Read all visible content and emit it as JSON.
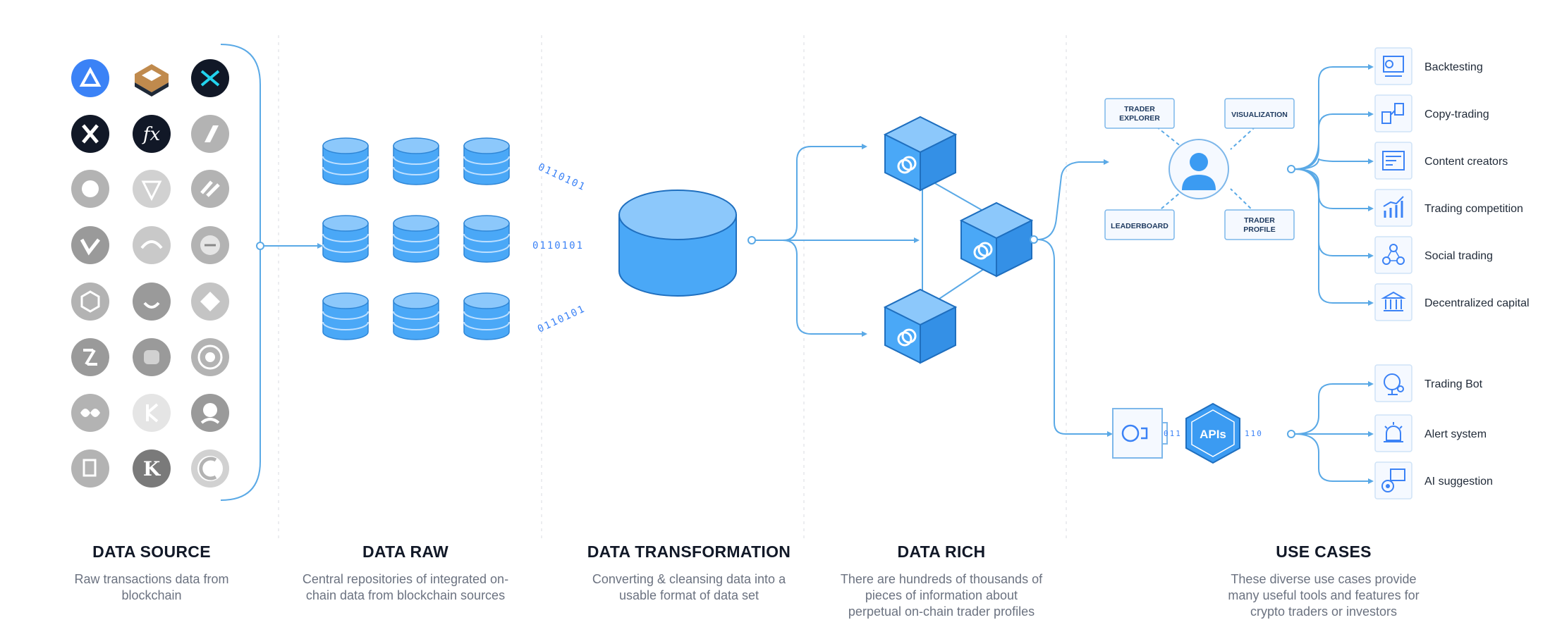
{
  "sections": [
    {
      "title": "DATA SOURCE",
      "desc_line1": "Raw transactions data from",
      "desc_line2": "blockchain",
      "desc_line3": ""
    },
    {
      "title": "DATA RAW",
      "desc_line1": "Central repositories of integrated on-",
      "desc_line2": "chain data from blockchain sources",
      "desc_line3": ""
    },
    {
      "title": "DATA TRANSFORMATION",
      "desc_line1": "Converting & cleansing data into a",
      "desc_line2": "usable format of data set",
      "desc_line3": ""
    },
    {
      "title": "DATA RICH",
      "desc_line1": "There are hundreds of thousands of",
      "desc_line2": "pieces of information about",
      "desc_line3": "perpetual on-chain trader profiles"
    },
    {
      "title": "USE CASES",
      "desc_line1": "These diverse use cases provide",
      "desc_line2": "many useful tools and features for",
      "desc_line3": "crypto traders or investors"
    }
  ],
  "binary": {
    "top": "0110101",
    "middle": "0110101",
    "bottom": "0110101",
    "api_left": "011",
    "api_right": "110"
  },
  "profile_labels": {
    "trader_explorer_1": "TRADER",
    "trader_explorer_2": "EXPLORER",
    "visualization": "VISUALIZATION",
    "leaderboard": "LEADERBOARD",
    "trader_profile_1": "TRADER",
    "trader_profile_2": "PROFILE"
  },
  "api_label": "APIs",
  "use_cases": [
    "Backtesting",
    "Copy-trading",
    "Content creators",
    "Trading competition",
    "Social trading",
    "Decentralized capital"
  ],
  "api_use_cases": [
    "Trading Bot",
    "Alert system",
    "AI suggestion"
  ],
  "fx_logo_text": "fx",
  "k_logo_text": "K",
  "colors": {
    "accent": "#3b9bf2",
    "cube": "#4aa8f7",
    "line": "#5aa9e6",
    "gray": "#9ca3af",
    "dark": "#111827"
  }
}
